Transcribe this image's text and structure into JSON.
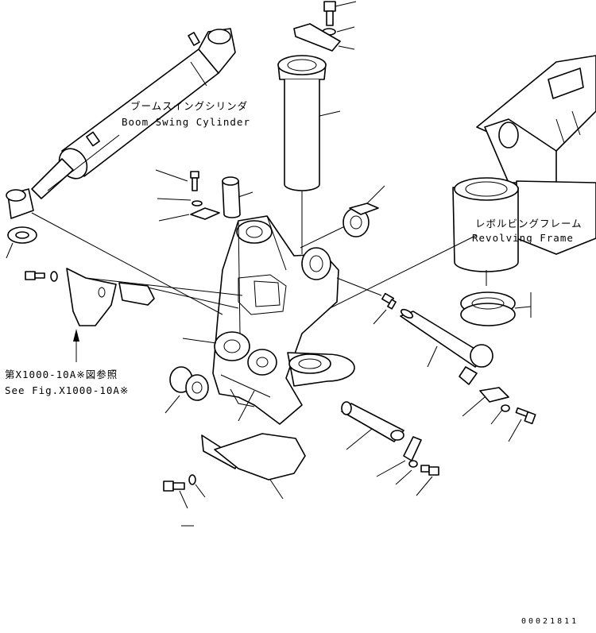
{
  "diagram": {
    "labels": {
      "boom_swing_cylinder_jp": "ブームスイングシリンダ",
      "boom_swing_cylinder_en": "Boom Swing Cylinder",
      "revolving_frame_jp": "レボルビングフレーム",
      "revolving_frame_en": "Revolving Frame",
      "see_fig_jp": "第X1000-10A※図参照",
      "see_fig_en": "See Fig.X1000-10A※",
      "drawing_number": "00021811"
    },
    "colors": {
      "ink": "#000000",
      "paper": "#ffffff"
    }
  }
}
